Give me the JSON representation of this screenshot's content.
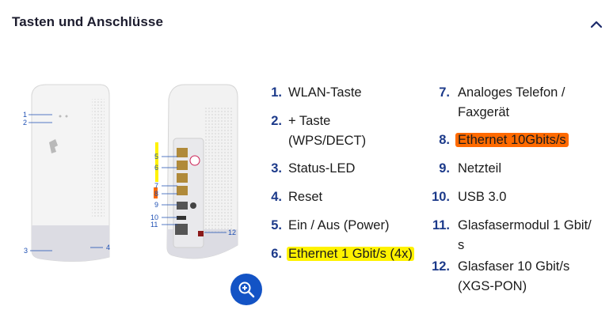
{
  "header": {
    "title": "Tasten und Anschlüsse",
    "chevron_icon": "chevron-up-icon"
  },
  "figure": {
    "callouts_front": [
      "1",
      "2",
      "3",
      "4"
    ],
    "callouts_back": [
      "5",
      "6",
      "7",
      "8",
      "9",
      "10",
      "11",
      "12"
    ]
  },
  "zoom_button": {
    "icon": "zoom-in-icon",
    "color": "#1353c5"
  },
  "items_left": [
    {
      "num": "1.",
      "lines": [
        "WLAN-Taste"
      ]
    },
    {
      "num": "2.",
      "lines": [
        "+ Taste",
        "(WPS/DECT)"
      ]
    },
    {
      "num": "3.",
      "lines": [
        "Status-LED"
      ]
    },
    {
      "num": "4.",
      "lines": [
        "Reset"
      ]
    },
    {
      "num": "5.",
      "lines": [
        "Ein / Aus (Power)"
      ]
    },
    {
      "num": "6.",
      "lines": [
        "Ethernet 1 Gbit/s (4x)"
      ],
      "highlight": "#fff200"
    }
  ],
  "items_right": [
    {
      "num": "7.",
      "lines": [
        "Analoges Telefon /",
        "Faxgerät"
      ]
    },
    {
      "num": "8.",
      "lines": [
        "Ethernet 10Gbits/s"
      ],
      "highlight": "#ff6a00"
    },
    {
      "num": "9.",
      "lines": [
        "Netzteil"
      ]
    },
    {
      "num": "10.",
      "lines": [
        "USB 3.0"
      ]
    },
    {
      "num": "11.",
      "lines": [
        "Glasfasermodul 1 Gbit/",
        "s"
      ]
    },
    {
      "num": "12.",
      "lines": [
        "Glasfaser 10 Gbit/s",
        "(XGS-PON)"
      ]
    }
  ]
}
